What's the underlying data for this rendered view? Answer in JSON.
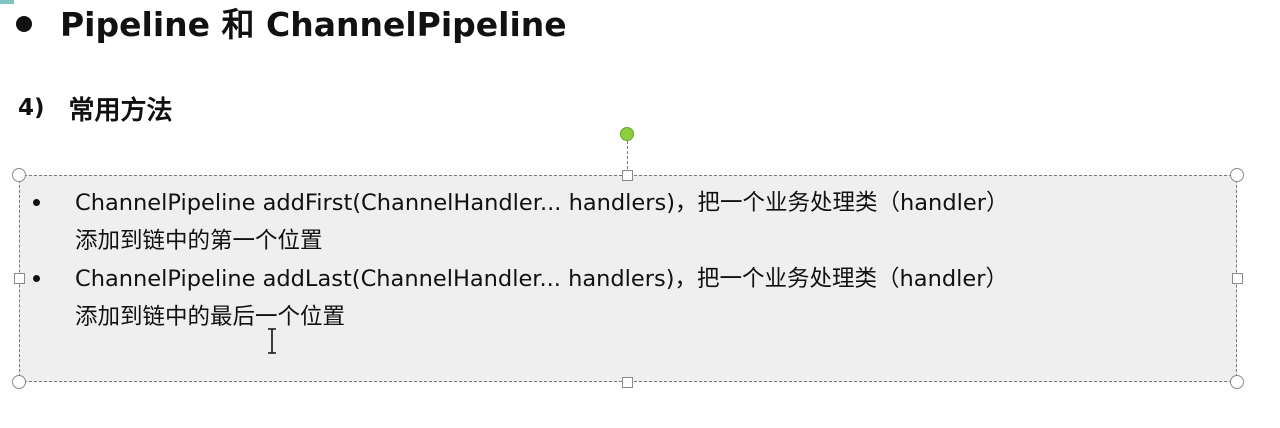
{
  "heading": {
    "title": "Pipeline 和 ChannelPipeline"
  },
  "subheading": {
    "number": "4)",
    "title": "常用方法"
  },
  "textbox": {
    "items": [
      {
        "line1": "ChannelPipeline addFirst(ChannelHandler... handlers)，把一个业务处理类（handler）",
        "line2": "添加到链中的第一个位置"
      },
      {
        "line1": "ChannelPipeline addLast(ChannelHandler... handlers)，把一个业务处理类（handler）",
        "line2": "添加到链中的最后一个位置"
      }
    ]
  },
  "colors": {
    "textbox_fill": "#efefef",
    "rotate_handle": "#8fcf3f",
    "selection_border": "#7a7a7a"
  }
}
